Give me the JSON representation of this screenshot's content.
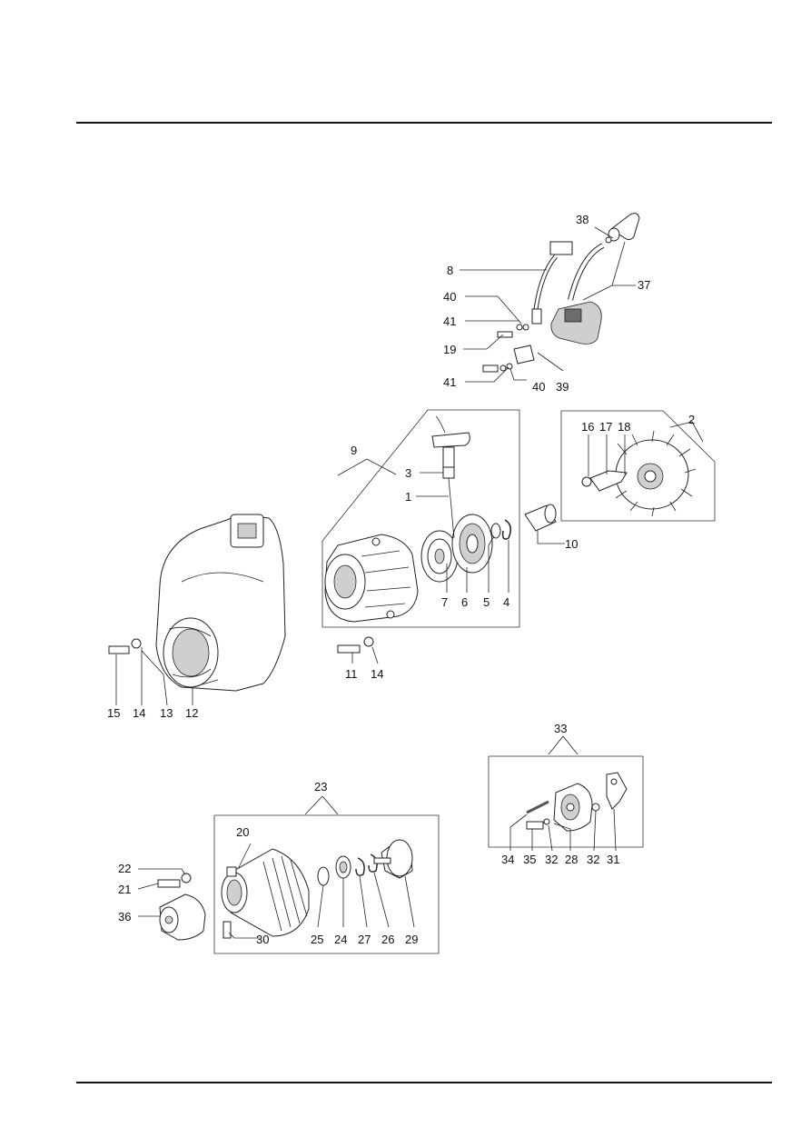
{
  "callouts": {
    "c1": "1",
    "c2": "2",
    "c3": "3",
    "c4": "4",
    "c5": "5",
    "c6": "6",
    "c7": "7",
    "c8": "8",
    "c9": "9",
    "c10": "10",
    "c11": "11",
    "c12": "12",
    "c13": "13",
    "c14a": "14",
    "c14b": "14",
    "c15": "15",
    "c16": "16",
    "c17": "17",
    "c18": "18",
    "c19": "19",
    "c20": "20",
    "c21": "21",
    "c22": "22",
    "c23": "23",
    "c24": "24",
    "c25": "25",
    "c26": "26",
    "c27": "27",
    "c28": "28",
    "c29": "29",
    "c30": "30",
    "c31": "31",
    "c32a": "32",
    "c32b": "32",
    "c33": "33",
    "c34": "34",
    "c35": "35",
    "c36": "36",
    "c37": "37",
    "c38": "38",
    "c39": "39",
    "c40a": "40",
    "c40b": "40",
    "c41a": "41",
    "c41b": "41"
  }
}
